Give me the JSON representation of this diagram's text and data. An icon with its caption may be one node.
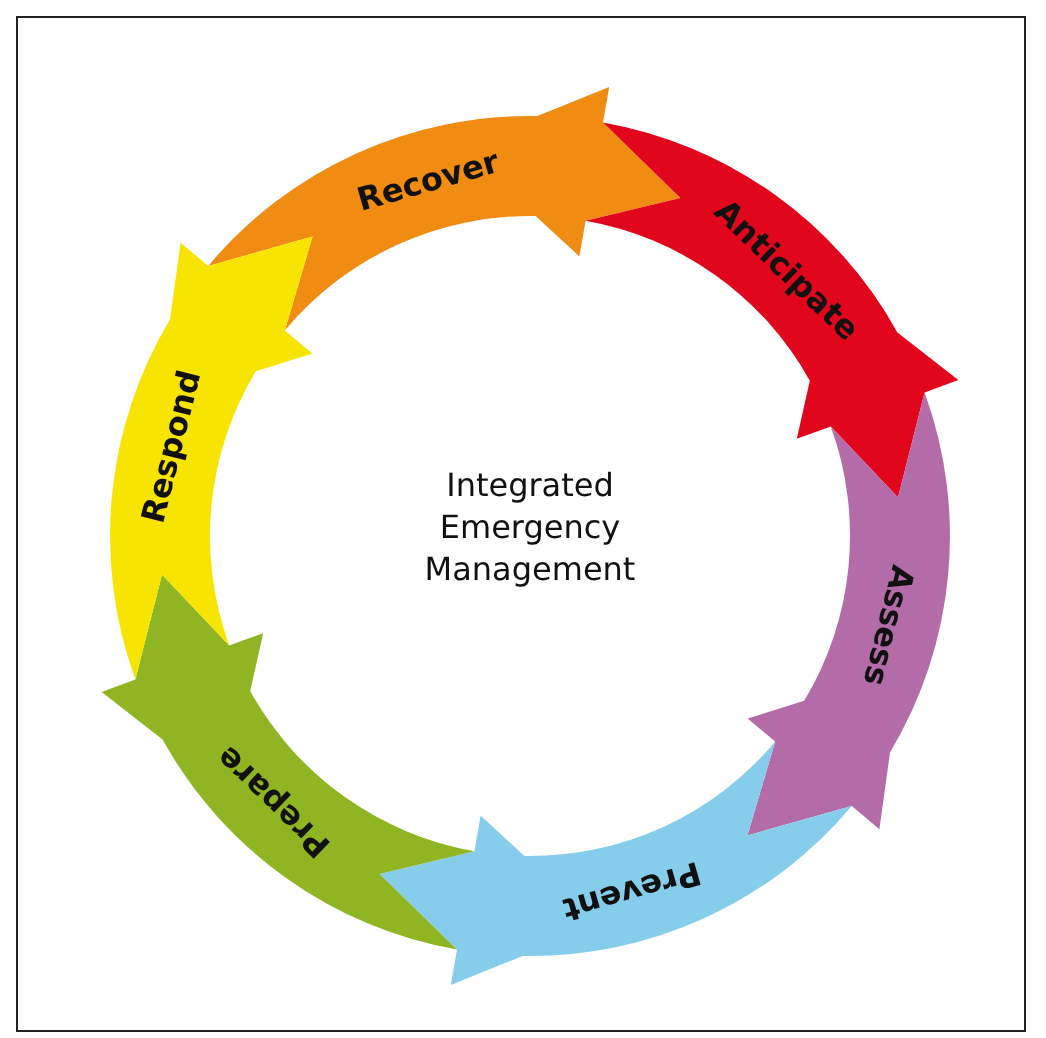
{
  "diagram": {
    "nodes": [
      {
        "text": [
          "Recover"
        ]
      },
      {
        "text": [
          "Anticipate"
        ]
      },
      {
        "text": [
          "Assess"
        ]
      },
      {
        "text": [
          "Prevent"
        ]
      },
      {
        "text": [
          "Prepare"
        ]
      },
      {
        "text": [
          "Respond"
        ]
      }
    ],
    "labels": [
      "Integrated Emergency Management"
    ]
  }
}
